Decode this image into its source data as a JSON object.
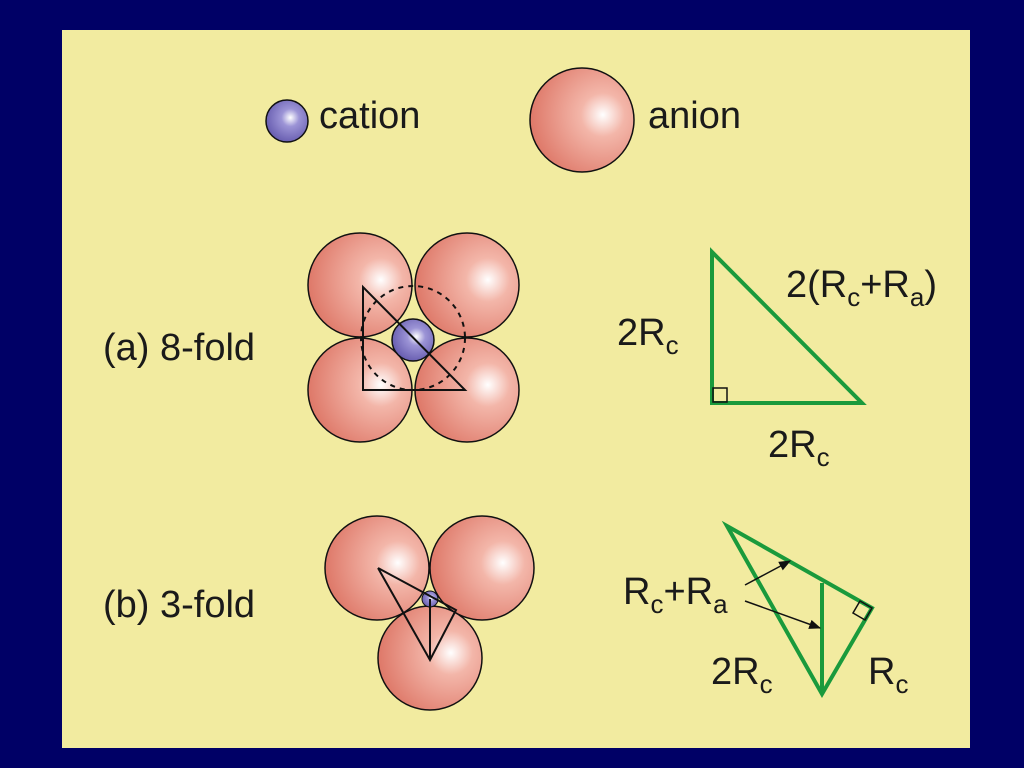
{
  "colors": {
    "frame": "#000066",
    "panel": "#f2eba0",
    "anion": "#e27a6a",
    "cation": "#6a5fb0",
    "triangle_green": "#1a9a3c",
    "line_black": "#111111"
  },
  "legend": {
    "cation_label": "cation",
    "anion_label": "anion"
  },
  "case_a": {
    "label": "(a) 8-fold",
    "hyp_prefix": "2(R",
    "hyp_sub1": "c",
    "hyp_mid": "+R",
    "hyp_sub2": "a",
    "hyp_suffix": ")",
    "vert_main": "2R",
    "vert_sub": "c",
    "base_main": "2R",
    "base_sub": "c"
  },
  "case_b": {
    "label": "(b) 3-fold",
    "sum_main1": "R",
    "sum_sub1": "c",
    "sum_main2": "+R",
    "sum_sub2": "a",
    "left_main": "2R",
    "left_sub": "c",
    "right_main": "R",
    "right_sub": "c"
  }
}
